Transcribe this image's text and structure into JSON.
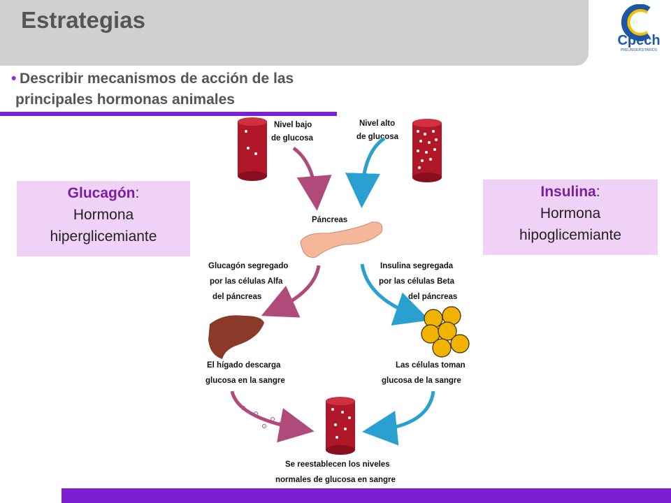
{
  "header": {
    "title": "Estrategias"
  },
  "logo": {
    "text": "Cpech",
    "subtext": "PREUNIVERSITARIOS"
  },
  "objective": {
    "line1": "Describir mecanismos de acción de las",
    "line2": "principales hormonas animales"
  },
  "glucagon_box": {
    "name": "Glucagón",
    "colon": ":",
    "line2": "Hormona",
    "line3": "hiperglicemiante"
  },
  "insulina_box": {
    "name": "Insulina",
    "colon": ":",
    "line2": "Hormona",
    "line3": "hipoglicemiante"
  },
  "diagram": {
    "low_glucose": [
      "Nivel bajo",
      "de glucosa"
    ],
    "high_glucose": [
      "Nivel alto",
      "de glucosa"
    ],
    "pancreas": "Páncreas",
    "glucagon_secreted": [
      "Glucagón segregado",
      "por las células Alfa",
      "del páncreas"
    ],
    "insulin_secreted": [
      "Insulina segregada",
      "por las células Beta",
      "del páncreas"
    ],
    "liver": [
      "El hígado descarga",
      "glucosa en la sangre"
    ],
    "cells": [
      "Las células toman",
      "glucosa de la sangre"
    ],
    "restored": [
      "Se reestablecen los niveles",
      "normales de glucosa en sangre"
    ]
  },
  "colors": {
    "accent_purple": "#7b1fd1",
    "box_fill": "#efd2f5",
    "glucagon_arrow": "#b04a7a",
    "insulin_arrow": "#2aa0d0",
    "blood": "#b0182a",
    "pancreas": "#f5b79a",
    "liver": "#8b3a2a",
    "cells": "#f0b400"
  }
}
